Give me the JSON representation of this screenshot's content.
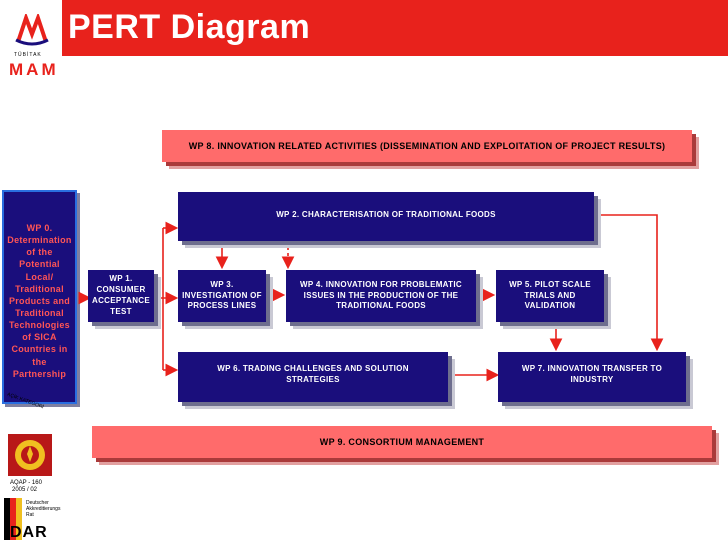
{
  "header": {
    "title": "PERT Diagram"
  },
  "logo": {
    "org_small": "TÜBİTAK",
    "org": "MAM"
  },
  "accreditation": {
    "aqap": "AQAP - 160",
    "aqap_year": "2005 / 02",
    "dar_text": "Deutscher Akkreditierungs Rat",
    "dar": "DAR"
  },
  "boxes": {
    "wp8": "WP 8. INNOVATION RELATED ACTIVITIES (DISSEMINATION AND EXPLOITATION OF PROJECT RESULTS)",
    "wp0": "WP 0. Determination of the Potential Local/ Traditional Products and Traditional Technologies of SICA Countries in the Partnership",
    "wp2": "WP 2. CHARACTERISATION OF TRADITIONAL FOODS",
    "wp1": "WP 1. CONSUMER ACCEPTANCE TEST",
    "wp3": "WP 3. INVESTIGATION OF PROCESS LINES",
    "wp4": "WP 4. INNOVATION FOR PROBLEMATIC ISSUES IN THE PRODUCTION OF THE TRADITIONAL FOODS",
    "wp5": "WP 5. PILOT SCALE TRIALS AND VALIDATION",
    "wp6": "WP 6. TRADING CHALLENGES AND SOLUTION STRATEGIES",
    "wp7": "WP 7. INNOVATION TRANSFER TO INDUSTRY",
    "wp9": "WP 9. CONSORTIUM MANAGEMENT"
  },
  "colors": {
    "header": "#e8221c",
    "navy": "#1a0e7c",
    "pink": "#ff6b6b",
    "arrow": "#e8221c"
  }
}
